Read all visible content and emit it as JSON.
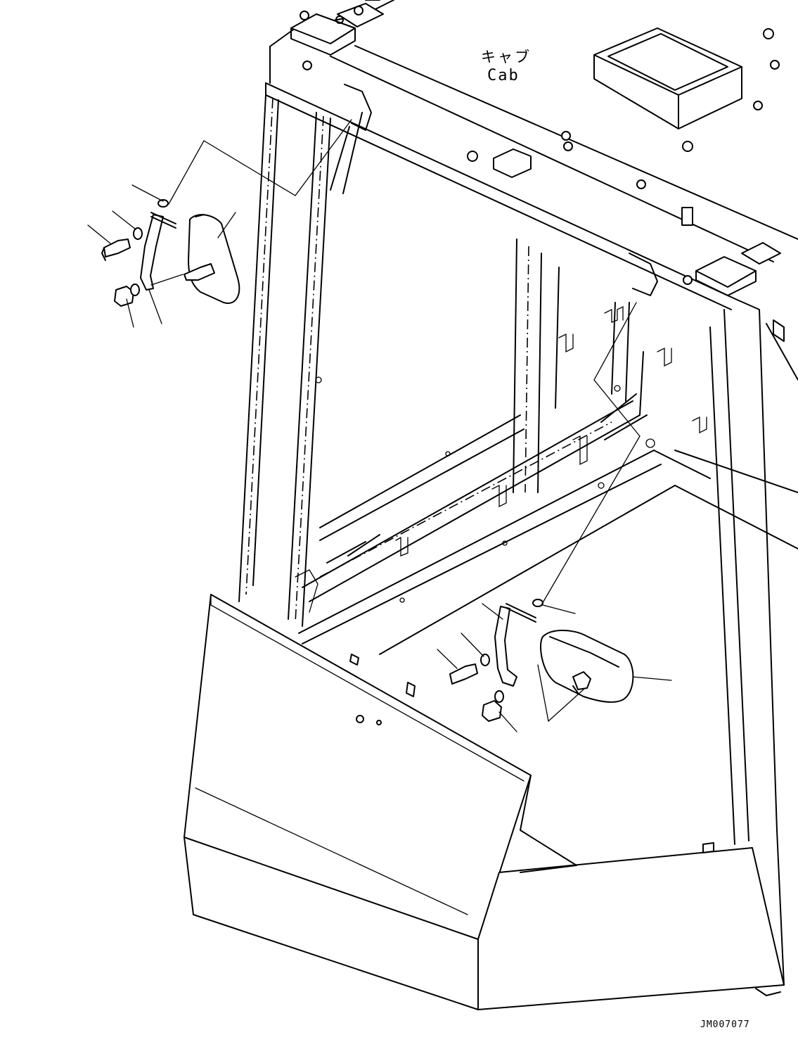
{
  "labels": {
    "cab_japanese": "キャブ",
    "cab_english": "Cab",
    "drawing_number": "JM007077"
  },
  "colors": {
    "line": "#000000",
    "background": "#ffffff"
  }
}
